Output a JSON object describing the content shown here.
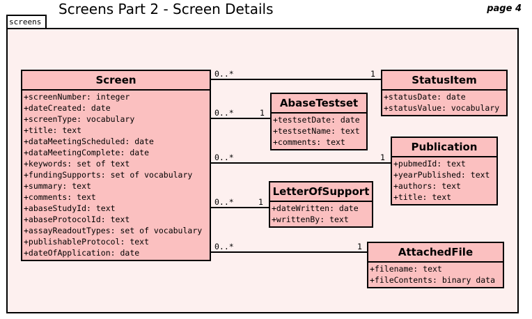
{
  "title": "Screens Part 2 - Screen Details",
  "page_label": "page 4",
  "package_name": "screens",
  "classes": {
    "screen": {
      "name": "Screen",
      "attributes": [
        "+screenNumber: integer",
        "+dateCreated: date",
        "+screenType: vocabulary",
        "+title: text",
        "+dataMeetingScheduled: date",
        "+dataMeetingComplete: date",
        "+keywords: set of text",
        "+fundingSupports: set of vocabulary",
        "+summary: text",
        "+comments: text",
        "+abaseStudyId: text",
        "+abaseProtocolId: text",
        "+assayReadoutTypes: set of vocabulary",
        "+publishableProtocol: text",
        "+dateOfApplication: date"
      ]
    },
    "status_item": {
      "name": "StatusItem",
      "attributes": [
        "+statusDate: date",
        "+statusValue: vocabulary"
      ]
    },
    "abase_testset": {
      "name": "AbaseTestset",
      "attributes": [
        "+testsetDate: date",
        "+testsetName: text",
        "+comments: text"
      ]
    },
    "publication": {
      "name": "Publication",
      "attributes": [
        "+pubmedId: text",
        "+yearPublished: text",
        "+authors: text",
        "+title: text"
      ]
    },
    "letter_of_support": {
      "name": "LetterOfSupport",
      "attributes": [
        "+dateWritten: date",
        "+writtenBy: text"
      ]
    },
    "attached_file": {
      "name": "AttachedFile",
      "attributes": [
        "+filename: text",
        "+fileContents: binary data"
      ]
    }
  },
  "associations": [
    {
      "from": "Screen",
      "to": "StatusItem",
      "from_mult": "0..*",
      "to_mult": "1"
    },
    {
      "from": "Screen",
      "to": "AbaseTestset",
      "from_mult": "0..*",
      "to_mult": "1"
    },
    {
      "from": "Screen",
      "to": "Publication",
      "from_mult": "0..*",
      "to_mult": "1"
    },
    {
      "from": "Screen",
      "to": "LetterOfSupport",
      "from_mult": "0..*",
      "to_mult": "1"
    },
    {
      "from": "Screen",
      "to": "AttachedFile",
      "from_mult": "0..*",
      "to_mult": "1"
    }
  ]
}
